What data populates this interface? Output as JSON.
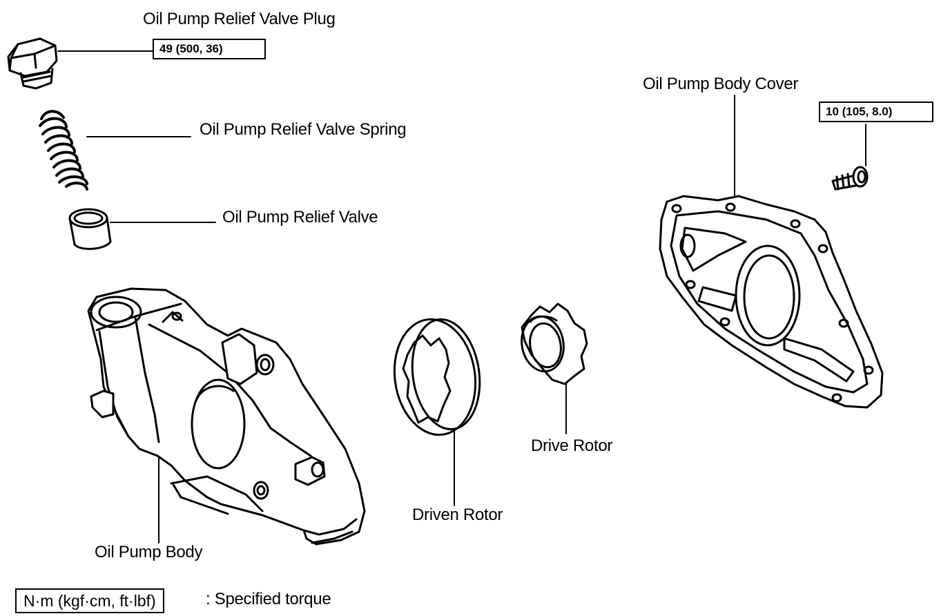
{
  "labels": {
    "relief_valve_plug": "Oil Pump Relief Valve Plug",
    "relief_valve_spring": "Oil Pump Relief Valve Spring",
    "relief_valve": "Oil Pump Relief Valve",
    "body_cover": "Oil Pump Body Cover",
    "drive_rotor": "Drive Rotor",
    "driven_rotor": "Driven Rotor",
    "pump_body": "Oil Pump Body"
  },
  "torque_specs": {
    "plug": "49 (500, 36)",
    "cover_bolt": "10 (105, 8.0)"
  },
  "legend": {
    "unit_box": "N·m (kgf·cm, ft·lbf)",
    "description": ": Specified torque"
  },
  "colors": {
    "ink": "#000000",
    "paper": "#ffffff"
  }
}
